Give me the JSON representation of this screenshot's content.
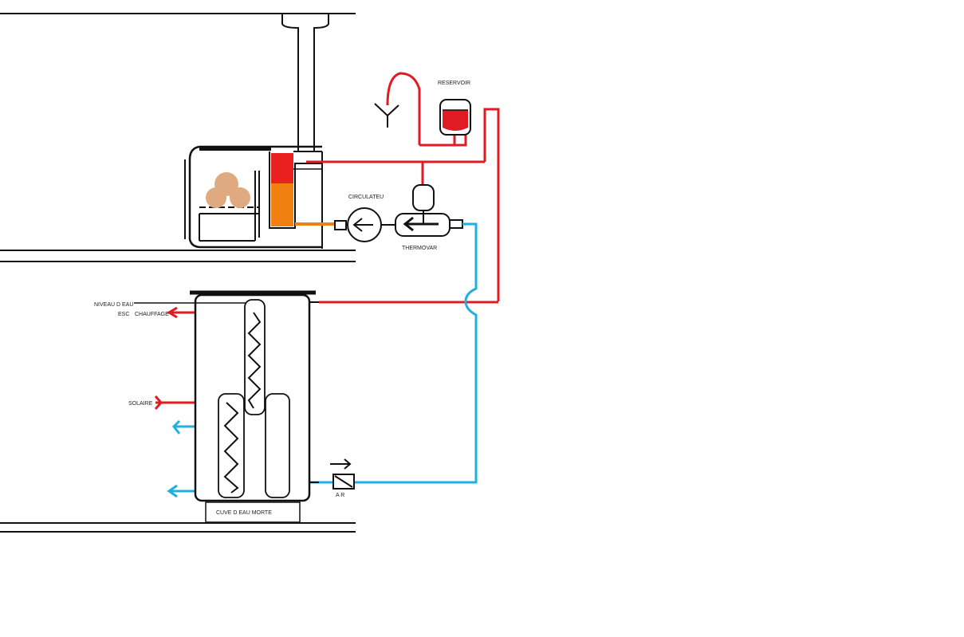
{
  "labels": {
    "reservoir": "RESERVOIR",
    "circulator": "CIRCULATEU",
    "thermovar": "THERMOVAR",
    "water_level": "NIVEAU D EAU",
    "ecs": "ESC",
    "heating": "CHAUFFAGE",
    "solar": "SOLAIRE",
    "air": "A R",
    "dead_water_tank": "CUVE D EAU MORTE"
  },
  "colors": {
    "hot": "#e01b22",
    "cold": "#1fb0e0",
    "fire_red": "#e82020",
    "fire_orange": "#f08010",
    "wood": "#e0aa80",
    "outline": "#111111"
  }
}
